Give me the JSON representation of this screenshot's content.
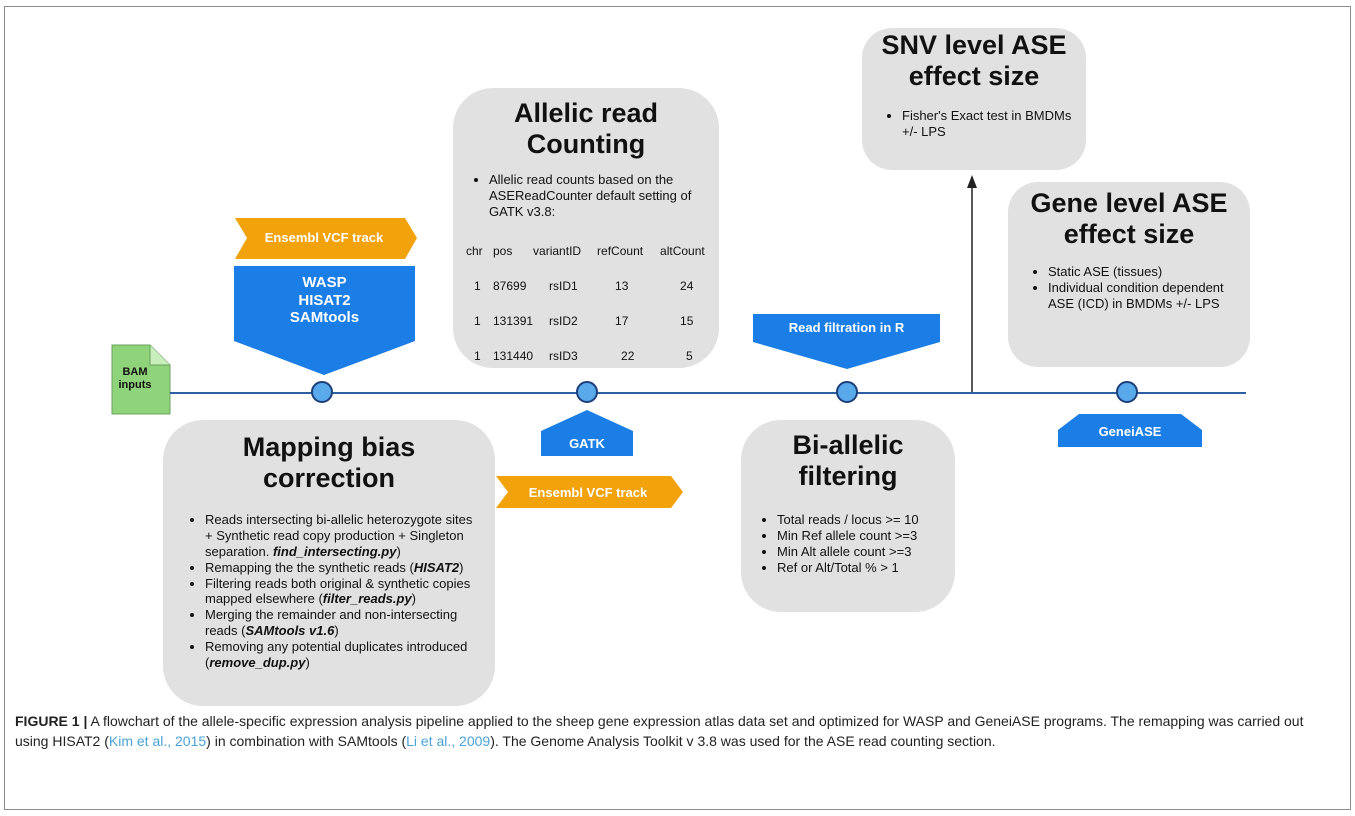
{
  "bam": {
    "label_line1": "BAM",
    "label_line2": "inputs"
  },
  "mapping": {
    "title_line1": "Mapping bias",
    "title_line2": "correction",
    "bullets": [
      [
        "Reads intersecting bi-allelic heterozygote sites + Synthetic read copy production + Singleton separation. ",
        "find_intersecting.py",
        ")"
      ],
      [
        "Remapping the the synthetic reads (",
        "HISAT2",
        ")"
      ],
      [
        "Filtering reads both original & synthetic copies mapped elsewhere (",
        "filter_reads.py",
        ")"
      ],
      [
        "Merging the remainder and non-intersecting reads (",
        "SAMtools v1.6",
        ")"
      ],
      [
        "Removing any potential duplicates introduced (",
        "remove_dup.py",
        ")"
      ]
    ]
  },
  "allelic": {
    "title_line1": "Allelic read",
    "title_line2": "Counting",
    "bullet": "Allelic read counts based on the ASEReadCounter default setting of GATK v3.8:",
    "table_headers": [
      "chr",
      "pos",
      "variantID",
      "refCount",
      "altCount"
    ],
    "table_rows": [
      [
        "1",
        "87699",
        "rsID1",
        "13",
        "24"
      ],
      [
        "1",
        "131391",
        "rsID2",
        "17",
        "15"
      ],
      [
        "1",
        "131440",
        "rsID3",
        "22",
        "5"
      ]
    ]
  },
  "biallelic": {
    "title_line1": "Bi-allelic",
    "title_line2": "filtering",
    "bullets": [
      "Total reads / locus >= 10",
      "Min Ref allele count >=3",
      "Min Alt allele count >=3",
      "Ref or Alt/Total % > 1"
    ]
  },
  "snv": {
    "title_line1": "SNV level ASE",
    "title_line2": "effect size",
    "bullets": [
      "Fisher's Exact test in BMDMs +/- LPS"
    ]
  },
  "gene": {
    "title_line1": "Gene level ASE",
    "title_line2": "effect size",
    "bullets": [
      "Static ASE (tissues)",
      "Individual condition dependent ASE (ICD) in BMDMs +/- LPS"
    ]
  },
  "tools": {
    "ensembl_top": "Ensembl VCF track",
    "ensembl_bottom": "Ensembl VCF track",
    "wasp_line1": "WASP",
    "wasp_line2": "HISAT2",
    "wasp_line3": "SAMtools",
    "gatk": "GATK",
    "read_filtration": "Read filtration in R",
    "geneiase": "GeneiASE"
  },
  "colors": {
    "orange": "#f2a20b",
    "blue": "#1a7ee6",
    "box_grey": "#e1e1e1",
    "timeline": "#2e5fa0",
    "node_fill": "#5aa9ea",
    "bam_green": "#8fd37a",
    "caption_link": "#4aa3d8"
  },
  "caption": {
    "label": "FIGURE 1 |",
    "text_part1": " A flowchart of the allele-specific expression analysis pipeline applied to the sheep gene expression atlas data set and optimized for WASP and GeneiASE programs. The remapping was carried out using HISAT2 (",
    "ref1": "Kim et al., 2015",
    "text_part2": ") in combination with SAMtools (",
    "ref2": "Li et al., 2009",
    "text_part3": "). The Genome Analysis Toolkit v 3.8 was used for the ASE read counting section."
  }
}
